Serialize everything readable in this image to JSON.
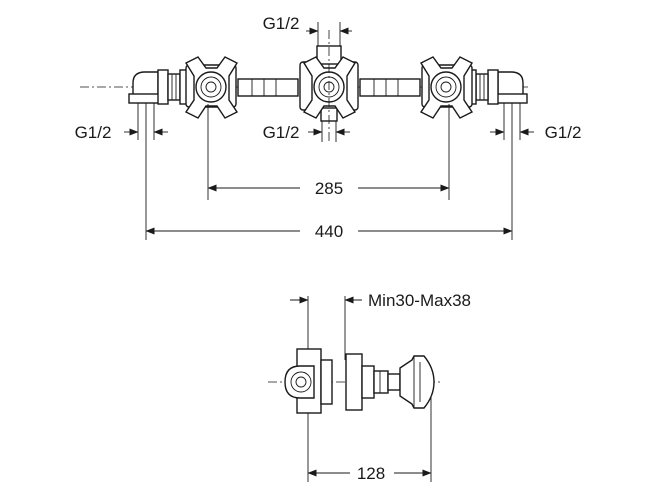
{
  "labels": {
    "thread_top": "G1/2",
    "thread_center_bottom": "G1/2",
    "thread_left": "G1/2",
    "thread_right": "G1/2",
    "dim_valve_spacing": "285",
    "dim_overall_width": "440",
    "dim_wall_depth": "Min30-Max38",
    "dim_side_length": "128"
  }
}
